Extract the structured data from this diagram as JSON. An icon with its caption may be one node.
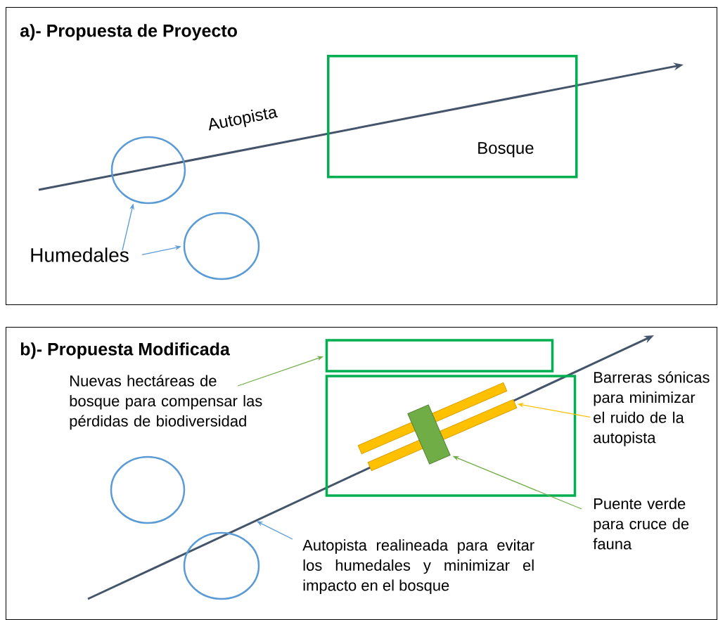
{
  "diagram": {
    "nodes": [
      {
        "text": [
          "a)- Propuesta de Proyecto"
        ]
      },
      {
        "text": [],
        "shape": "circle",
        "in": 0
      },
      {
        "text": [],
        "shape": "circle",
        "in": 0
      },
      {
        "text": [
          "Bosque"
        ],
        "in": 0
      },
      {
        "text": [
          "Humedales"
        ],
        "in": 0
      },
      {
        "text": [
          "b)- Propuesta Modificada"
        ]
      },
      {
        "text": [],
        "shape": "box",
        "in": 5
      },
      {
        "text": [],
        "shape": "box",
        "in": 5
      },
      {
        "text": [],
        "shape": "circle",
        "in": 5
      },
      {
        "text": [],
        "shape": "circle",
        "in": 5
      },
      {
        "text": [
          "Nuevas hectáreas de bosque para compensar las pérdidas  de biodiversidad"
        ],
        "in": 5
      },
      {
        "text": [],
        "shape": "bar",
        "in": 7
      },
      {
        "text": [],
        "shape": "bar",
        "in": 7
      },
      {
        "text": [],
        "shape": "bar",
        "in": 7
      },
      {
        "text": [
          "Barreras sónicas para minimizar el ruido de la autopista"
        ],
        "in": 5
      },
      {
        "text": [
          "Puente verde para cruce de fauna"
        ],
        "in": 5
      },
      {
        "text": [
          "Autopista realineada para evitar los humedales y minimizar el impacto en el bosque"
        ],
        "in": 5
      }
    ],
    "edges": [
      {
        "from": 4,
        "to": 1,
        "arrow": "to"
      },
      {
        "from": 4,
        "to": 2,
        "arrow": "to"
      },
      {
        "from": 10,
        "to": 6,
        "arrow": "to",
        "color": "#70ad47"
      },
      {
        "from": 14,
        "to": 12,
        "arrow": "to",
        "color": "#ffc000"
      },
      {
        "from": 15,
        "to": 13,
        "arrow": "to",
        "color": "#70ad47"
      },
      {
        "from": 16,
        "to": null,
        "arrow": "to"
      }
    ],
    "labels": [
      "Autopista"
    ]
  }
}
